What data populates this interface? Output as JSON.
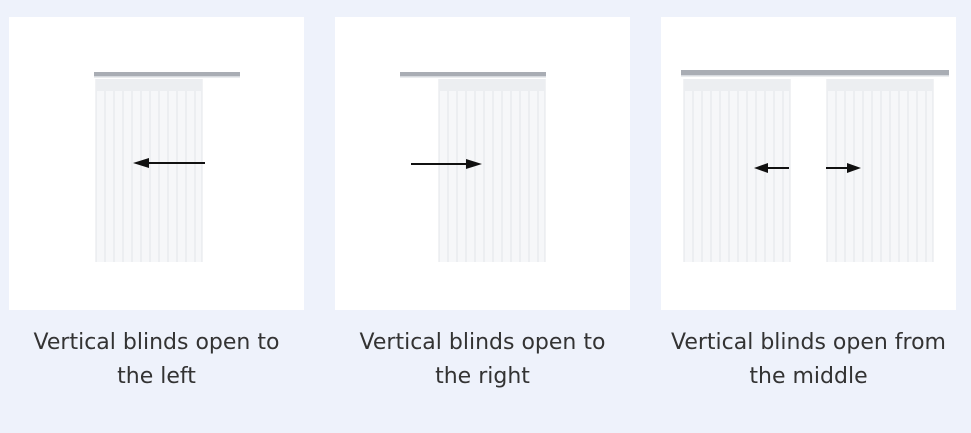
{
  "options": [
    {
      "id": "left",
      "caption_line1": "Vertical blinds open to",
      "caption_line2": "the left",
      "arrow_icon": "arrow-left-icon"
    },
    {
      "id": "right",
      "caption_line1": "Vertical blinds open to",
      "caption_line2": "the right",
      "arrow_icon": "arrow-right-icon"
    },
    {
      "id": "middle",
      "caption_line1": "Vertical blinds open from",
      "caption_line2": "the middle",
      "arrow_icon": "arrows-split-icon"
    }
  ],
  "colors": {
    "background": "#eef2fb",
    "panel": "#ffffff",
    "rail": "#a9adb4",
    "arrow": "#111111",
    "caption": "#333333"
  }
}
